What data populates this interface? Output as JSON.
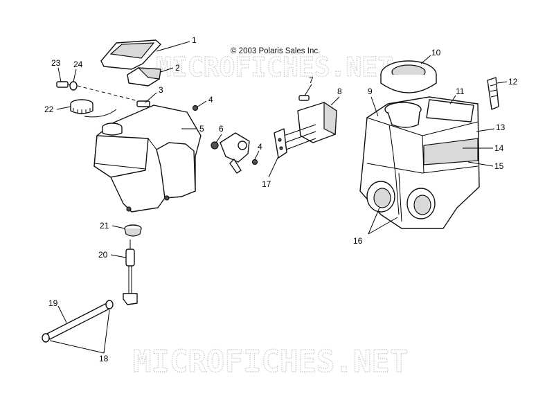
{
  "copyright": "© 2003 Polaris Sales Inc.",
  "watermarks": {
    "top": "MICROFICHES.NET",
    "bottom": "MICROFICHES.NET"
  },
  "callouts": {
    "c1": "1",
    "c2": "2",
    "c3": "3",
    "c4a": "4",
    "c4b": "4",
    "c5": "5",
    "c6": "6",
    "c7": "7",
    "c8": "8",
    "c9": "9",
    "c10": "10",
    "c11": "11",
    "c12": "12",
    "c13": "13",
    "c14": "14",
    "c15": "15",
    "c16": "16",
    "c17": "17",
    "c18": "18",
    "c19": "19",
    "c20": "20",
    "c21": "21",
    "c22": "22",
    "c23": "23",
    "c24": "24"
  }
}
